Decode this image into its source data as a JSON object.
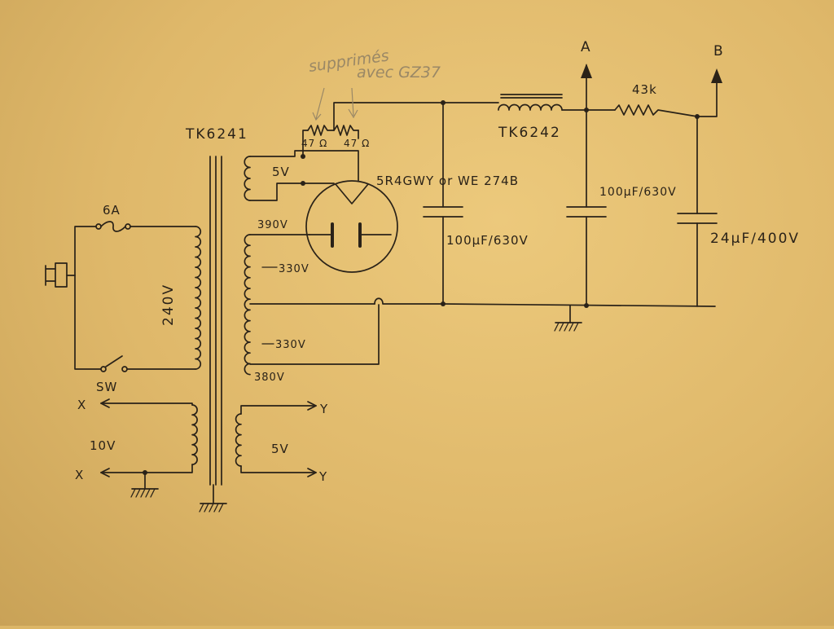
{
  "labels": {
    "fuse": "6A",
    "mains_voltage": "240V",
    "switch": "SW",
    "power_transformer": "TK6241",
    "heater_5v_top": "5V",
    "tap_390": "390V",
    "tap_330_upper": "330V",
    "tap_330_lower": "330V",
    "tap_380": "380V",
    "out_10v": "10V",
    "out_x_top": "X",
    "out_x_bottom": "X",
    "out_5v": "5V",
    "out_y_top": "Y",
    "out_y_bottom": "Y",
    "res_47_a": "47 Ω",
    "res_47_b": "47 Ω",
    "pencil_note_line1": "supprimés",
    "pencil_note_line2": "avec GZ37",
    "rectifier": "5R4GWY or WE 274B",
    "cap1": "100μF/630V",
    "choke": "TK6242",
    "cap2": "100μF/630V",
    "resistor": "43k",
    "cap3": "24μF/400V",
    "out_a": "A",
    "out_b": "B"
  },
  "colors": {
    "paper": "#dfb86a",
    "ink": "#2a2218",
    "pencil": "#9a8866"
  },
  "icons": [
    "mains-plug-icon",
    "fuse-icon",
    "switch-icon",
    "ground-icon",
    "arrow-icon",
    "rectifier-tube-icon",
    "capacitor-icon",
    "inductor-icon",
    "resistor-icon"
  ]
}
